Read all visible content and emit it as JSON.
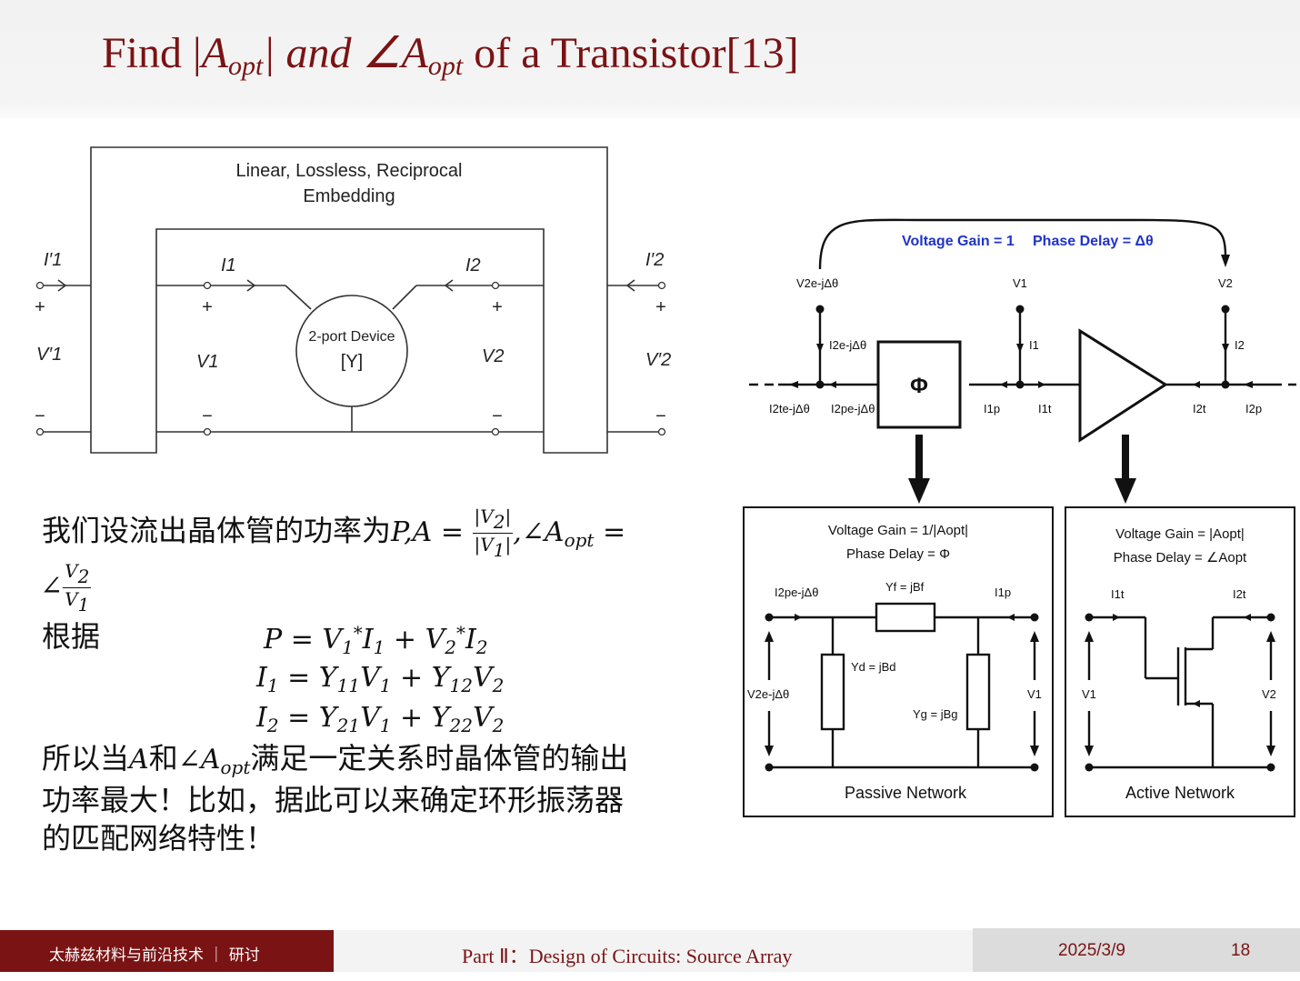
{
  "slide": {
    "title_prefix": "Find |",
    "title_a": "A",
    "title_opt": "opt",
    "title_mid": "| and ∠",
    "title_a2": "A",
    "title_opt2": "opt",
    "title_suffix": " of a Transistor[13]"
  },
  "left_diagram": {
    "embedding_line1": "Linear, Lossless, Reciprocal",
    "embedding_line2": "Embedding",
    "device_line1": "2-port Device",
    "device_line2": "[Y]",
    "i1p": "I′1",
    "i1": "I1",
    "i2": "I2",
    "i2p": "I′2",
    "v1p": "V′1",
    "v1": "V1",
    "v2": "V2",
    "v2p": "V′2",
    "plus": "+",
    "minus": "−"
  },
  "right_diagram": {
    "voltage_gain_top": "Voltage Gain = 1",
    "phase_delay_top": "Phase Delay = Δθ",
    "v2e": "V2e-jΔθ",
    "v1": "V1",
    "v2": "V2",
    "i2e": "I2e-jΔθ",
    "i1": "I1",
    "i2": "I2",
    "phi": "Φ",
    "i2te": "I2te-jΔθ",
    "i2pe": "I2pe-jΔθ",
    "i1p": "I1p",
    "i1t": "I1t",
    "i2t": "I2t",
    "i2p": "I2p",
    "passive_gain": "Voltage Gain = 1/|Aopt|",
    "passive_delay": "Phase Delay = Φ",
    "yf": "Yf = jBf",
    "yd": "Yd = jBd",
    "yg": "Yg = jBg",
    "passive_label": "Passive Network",
    "active_gain": "Voltage Gain = |Aopt|",
    "active_delay": "Phase Delay = ∠Aopt",
    "active_label": "Active Network"
  },
  "text": {
    "line1_cn": "我们设流出晶体管的功率为",
    "line2_cn": "根据",
    "para_line1": "所以当",
    "para_line1_b": "和",
    "para_line1_c": "满足一定关系时晶体管的输出",
    "para_line2": "功率最大！比如，据此可以来确定环形振荡器",
    "para_line3": "的匹配网络特性！"
  },
  "footer": {
    "left": "太赫兹材料与前沿技术 ｜ 研讨",
    "part": "Part Ⅱ：Design of Circuits: Source Array",
    "date": "2025/3/9",
    "page": "18"
  },
  "colors": {
    "accent": "#7a1314",
    "diagram_blue": "#1f33c8"
  }
}
